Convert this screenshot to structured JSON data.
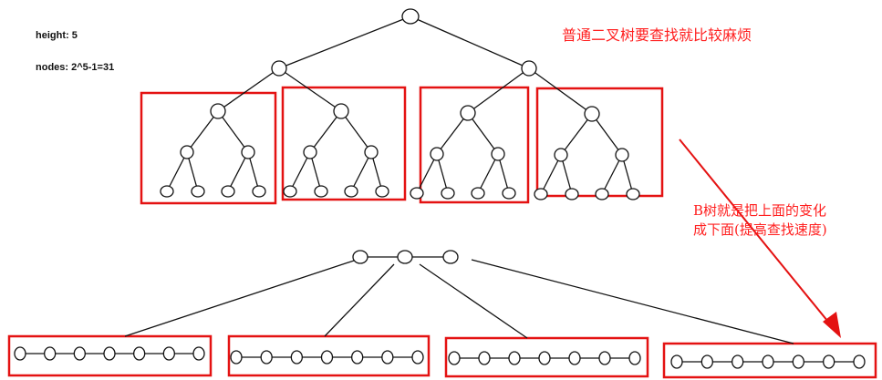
{
  "info": {
    "height_label": "height: 5",
    "nodes_label": "nodes: 2^5-1=31"
  },
  "notes": {
    "top_note": "普通二叉树要查找就比较麻烦",
    "btree_note_line1": "B树就是把上面的变化",
    "btree_note_line2": "成下面(提高查找速度)"
  },
  "colors": {
    "highlight": "#e41212",
    "note_text": "#ff1f1f",
    "node_stroke": "#111111"
  },
  "binary_tree": {
    "height": 5,
    "node_count": 31,
    "highlighted_subtrees": 4
  },
  "btree": {
    "root_keys": 3,
    "children": 4,
    "keys_per_child": 7
  }
}
